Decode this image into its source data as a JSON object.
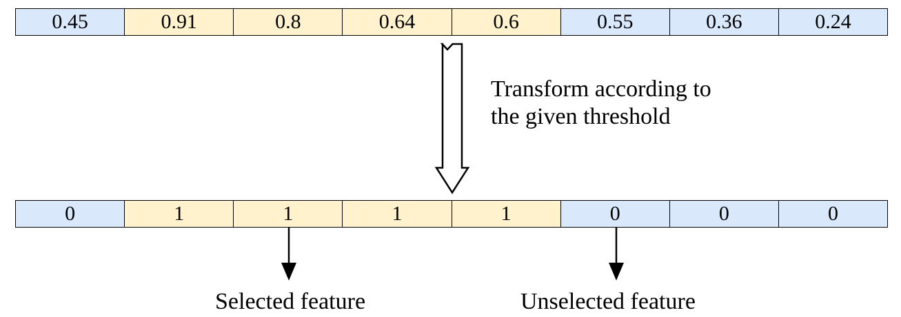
{
  "input_scores": [
    {
      "value": "0.45",
      "state": "unselected"
    },
    {
      "value": "0.91",
      "state": "selected"
    },
    {
      "value": "0.8",
      "state": "selected"
    },
    {
      "value": "0.64",
      "state": "selected"
    },
    {
      "value": "0.6",
      "state": "selected"
    },
    {
      "value": "0.55",
      "state": "unselected"
    },
    {
      "value": "0.36",
      "state": "unselected"
    },
    {
      "value": "0.24",
      "state": "unselected"
    }
  ],
  "output_mask": [
    {
      "value": "0",
      "state": "unselected"
    },
    {
      "value": "1",
      "state": "selected"
    },
    {
      "value": "1",
      "state": "selected"
    },
    {
      "value": "1",
      "state": "selected"
    },
    {
      "value": "1",
      "state": "selected"
    },
    {
      "value": "0",
      "state": "unselected"
    },
    {
      "value": "0",
      "state": "unselected"
    },
    {
      "value": "0",
      "state": "unselected"
    }
  ],
  "transform_label": {
    "line1": "Transform according to",
    "line2": "the given threshold"
  },
  "legend": {
    "selected": "Selected feature",
    "unselected": "Unselected feature"
  },
  "colors": {
    "selected_fill": "#fff2cc",
    "unselected_fill": "#dae8fc",
    "stroke": "#000000"
  }
}
